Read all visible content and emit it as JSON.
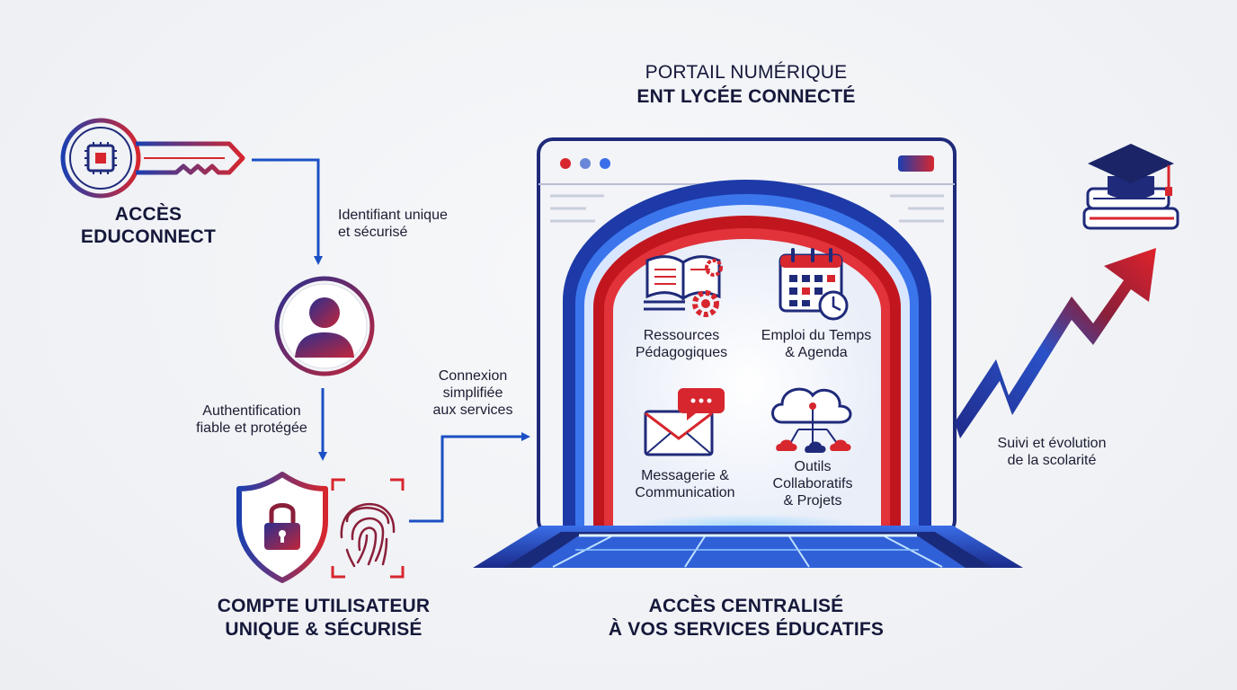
{
  "colors": {
    "red": "#d7262e",
    "blue": "#1b4fc4",
    "navy": "#1f2a7a",
    "purple": "#5a2a8a",
    "background": "#eceef2"
  },
  "portal": {
    "title_line1": "PORTAIL NUMÉRIQUE",
    "title_line2": "ENT LYCÉE CONNECTÉ"
  },
  "left_flow": {
    "access_line1": "ACCÈS",
    "access_line2": "EDUCONNECT",
    "step1_line1": "Identifiant unique",
    "step1_line2": "et sécurisé",
    "step2_line1": "Authentification",
    "step2_line2": "fiable et protégée",
    "account_line1": "COMPTE UTILISATEUR",
    "account_line2": "UNIQUE & SÉCURISÉ",
    "connection_line1": "Connexion",
    "connection_line2": "simplifiée",
    "connection_line3": "aux services"
  },
  "services": [
    {
      "icon": "book-gear-icon",
      "line1": "Ressources",
      "line2": "Pédagogiques"
    },
    {
      "icon": "calendar-clock-icon",
      "line1": "Emploi du Temps",
      "line2": "& Agenda"
    },
    {
      "icon": "envelope-chat-icon",
      "line1": "Messagerie &",
      "line2": "Communication"
    },
    {
      "icon": "cloud-network-icon",
      "line1": "Outils",
      "line2": "Collaboratifs",
      "line3": "& Projets"
    }
  ],
  "bottom": {
    "line1": "ACCÈS CENTRALISÉ",
    "line2": "À VOS SERVICES ÉDUCATIFS"
  },
  "growth": {
    "line1": "Suivi et évolution",
    "line2": "de la scolarité"
  }
}
